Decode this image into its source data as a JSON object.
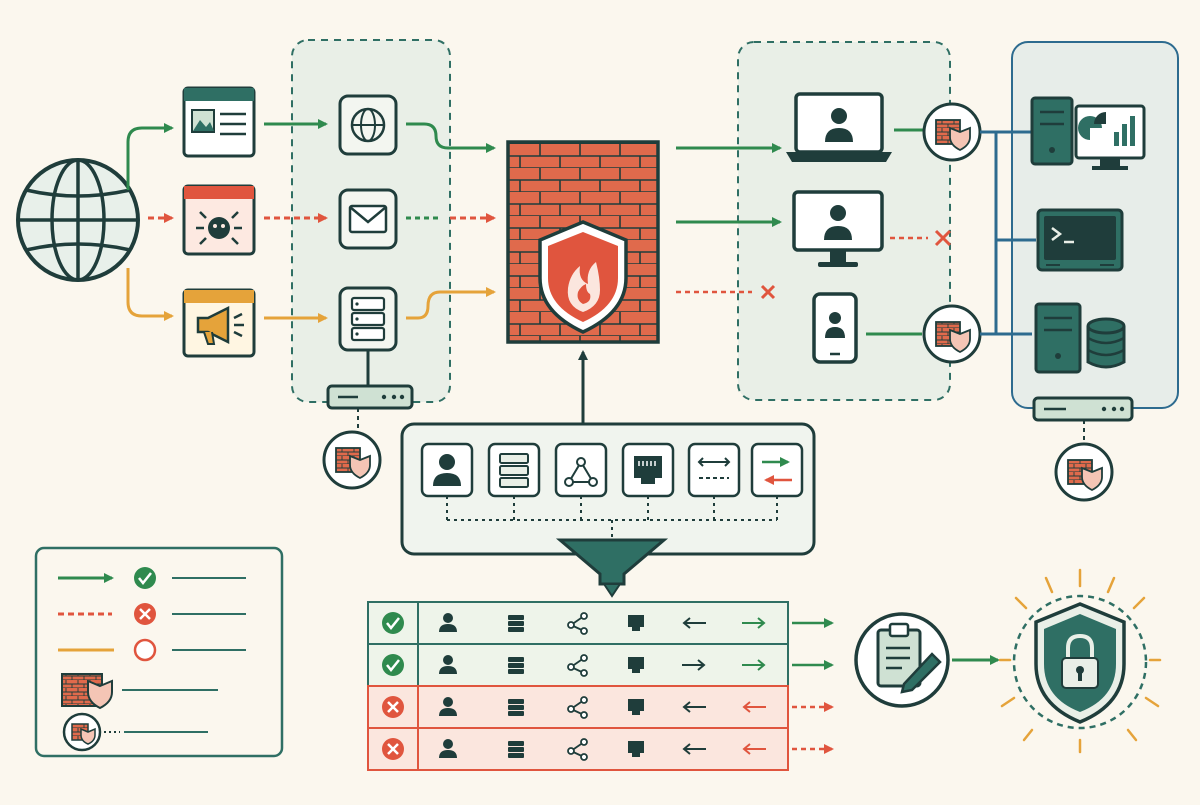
{
  "colors": {
    "background": "#fbf7ee",
    "ink": "#1f3d3b",
    "teal": "#2f6f64",
    "teal_light": "#e9efe7",
    "allow_green": "#2f8a4e",
    "block_red": "#e0553e",
    "warn_amber": "#e5a33a",
    "firewall_brick": "#e06a4c",
    "blue_zone": "#2d6b8f",
    "row_allow_bg": "#eef4ea",
    "row_block_bg": "#fbe6de"
  },
  "icons": {
    "internet": "globe-icon",
    "sources": [
      "browser-image-icon",
      "malware-bug-icon",
      "ad-megaphone-icon"
    ],
    "services": [
      "web-globe-icon",
      "email-envelope-icon",
      "server-icon"
    ],
    "firewall": "firewall-flame-shield-icon",
    "endpoints": [
      "laptop-user-icon",
      "desktop-user-icon",
      "mobile-user-icon"
    ],
    "host_firewall": "mini-firewall-badge-icon",
    "datacenter": [
      "server-chart-icon",
      "terminal-icon",
      "server-database-icon"
    ],
    "inspection_criteria": [
      "user-icon",
      "server-icon",
      "share-icon",
      "ethernet-port-icon",
      "bidirectional-icon",
      "in-out-arrows-icon"
    ],
    "funnel": "funnel-icon",
    "audit": "clipboard-pen-icon",
    "secure": "lock-shield-icon",
    "legend": [
      "allow-check-icon",
      "block-x-icon",
      "warn-circle-icon",
      "firewall-legend-icon",
      "host-firewall-legend-icon"
    ]
  },
  "rules": [
    {
      "status": "allow",
      "direction": "in"
    },
    {
      "status": "allow",
      "direction": "out"
    },
    {
      "status": "block",
      "direction": "in"
    },
    {
      "status": "block",
      "direction": "in"
    }
  ],
  "legend": {
    "rows": [
      "allow",
      "block",
      "pending",
      "network-firewall",
      "host-firewall"
    ]
  }
}
